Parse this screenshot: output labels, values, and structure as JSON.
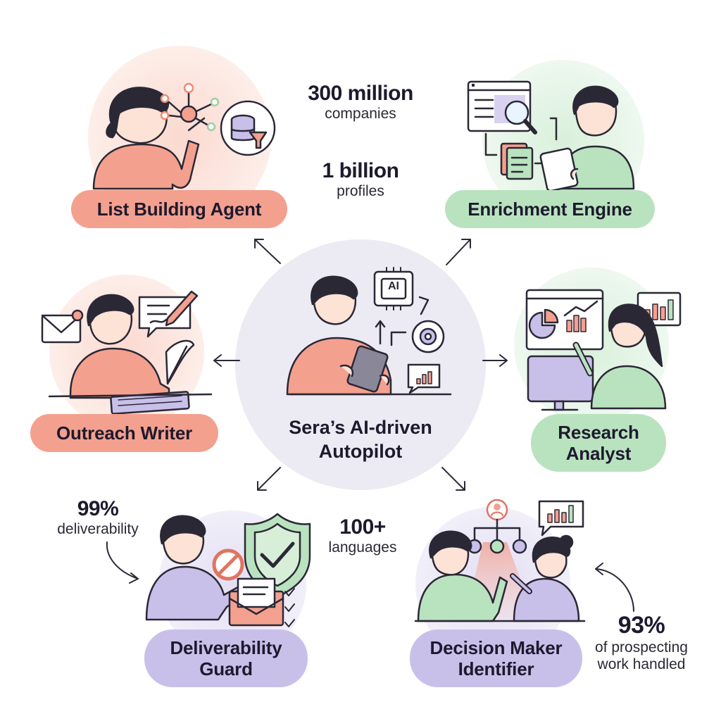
{
  "center": {
    "line1": "Sera’s AI-driven",
    "line2": "Autopilot",
    "chip_label": "AI"
  },
  "agents": {
    "list_building": "List Building Agent",
    "enrichment": "Enrichment Engine",
    "outreach": "Outreach Writer",
    "research_line1": "Research",
    "research_line2": "Analyst",
    "deliverability_line1": "Deliverability",
    "deliverability_line2": "Guard",
    "decision_line1": "Decision Maker",
    "decision_line2": "Identifier"
  },
  "stats": {
    "companies_value": "300 million",
    "companies_label": "companies",
    "profiles_value": "1 billion",
    "profiles_label": "profiles",
    "deliverability_value": "99%",
    "deliverability_label": "deliverability",
    "languages_value": "100+",
    "languages_label": "languages",
    "work_value": "93%",
    "work_label1": "of prospecting",
    "work_label2": "work handled"
  },
  "colors": {
    "coral": "#f4a08f",
    "green": "#b9e3bf",
    "lavender": "#c9c0ea",
    "center_bg": "#eceaf3",
    "ink": "#2b2836"
  }
}
